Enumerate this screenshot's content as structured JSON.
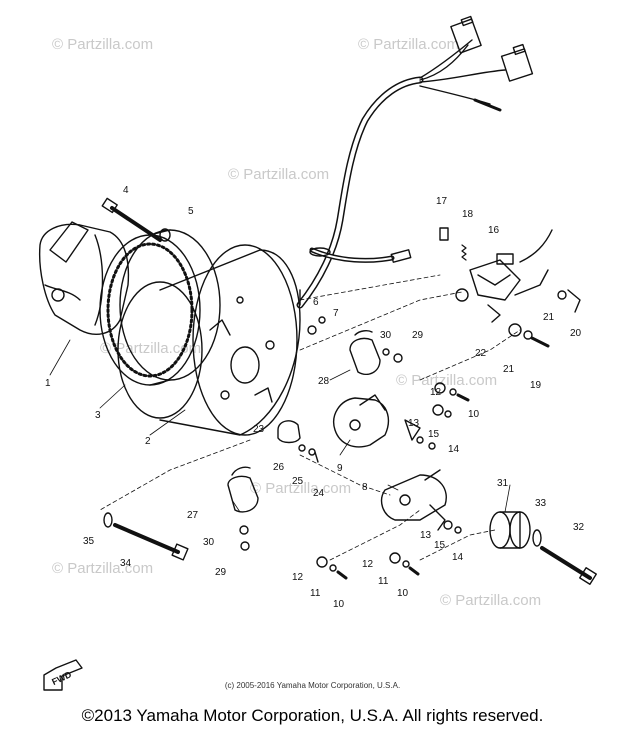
{
  "watermark": "© Partzilla.com",
  "watermarks_count": 8,
  "fwd_label": "FWD",
  "callouts": [
    "1",
    "2",
    "3",
    "4",
    "5",
    "6",
    "7",
    "8",
    "9",
    "10",
    "10",
    "10",
    "11",
    "11",
    "12",
    "12",
    "12",
    "13",
    "13",
    "14",
    "14",
    "15",
    "15",
    "16",
    "17",
    "18",
    "19",
    "20",
    "21",
    "21",
    "22",
    "23",
    "24",
    "25",
    "26",
    "27",
    "28",
    "29",
    "29",
    "30",
    "30",
    "31",
    "32",
    "33",
    "34",
    "35"
  ],
  "copyright_small": "(c) 2005-2016 Yamaha Motor Corporation, U.S.A.",
  "copyright_main": "©2013 Yamaha Motor Corporation, U.S.A. All rights reserved.",
  "icons": {
    "direction_arrow": "fwd-arrow-icon",
    "watermark_mark": "copyright-symbol"
  },
  "colors": {
    "line": "#111111",
    "watermark": "#c9c9c9",
    "background": "#ffffff"
  }
}
